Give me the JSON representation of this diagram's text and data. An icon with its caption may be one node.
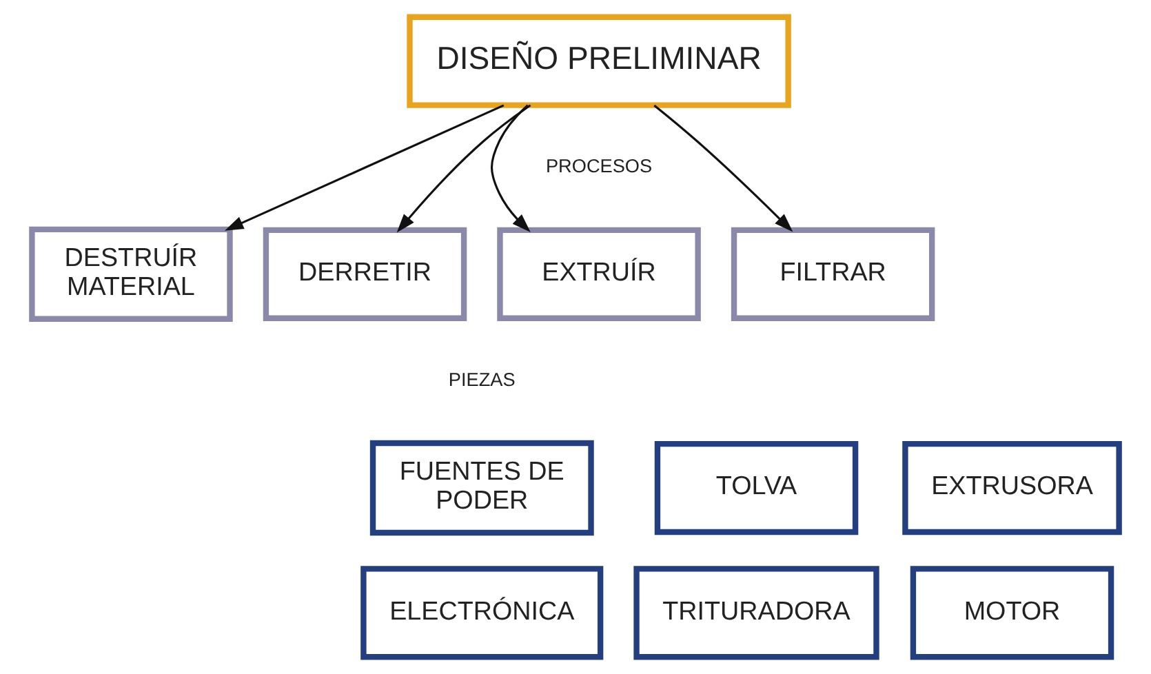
{
  "diagram": {
    "nodes": [
      {
        "text": [
          "DISEÑO PRELIMINAR"
        ]
      },
      {
        "text": [
          "DESTRUÍR MATERIAL"
        ]
      },
      {
        "text": [
          "DERRETIR"
        ]
      },
      {
        "text": [
          "EXTRUÍR"
        ]
      },
      {
        "text": [
          "FILTRAR"
        ]
      },
      {
        "text": [
          "TOLVA"
        ]
      },
      {
        "text": [
          "FUENTES DE PODER"
        ]
      },
      {
        "text": [
          "EXTRUSORA"
        ]
      },
      {
        "text": [
          "TRITURADORA"
        ]
      },
      {
        "text": [
          "ELECTRÓNICA"
        ]
      },
      {
        "text": [
          "MOTOR"
        ]
      }
    ],
    "edges": [
      {
        "from": 0,
        "to": 1,
        "arrow": "to"
      },
      {
        "from": 0,
        "to": 2,
        "arrow": "to"
      },
      {
        "from": 0,
        "to": 3,
        "arrow": "to"
      },
      {
        "from": 0,
        "to": 4,
        "arrow": "to"
      }
    ],
    "labels": [
      "PROCESOS",
      "PIEZAS"
    ]
  }
}
